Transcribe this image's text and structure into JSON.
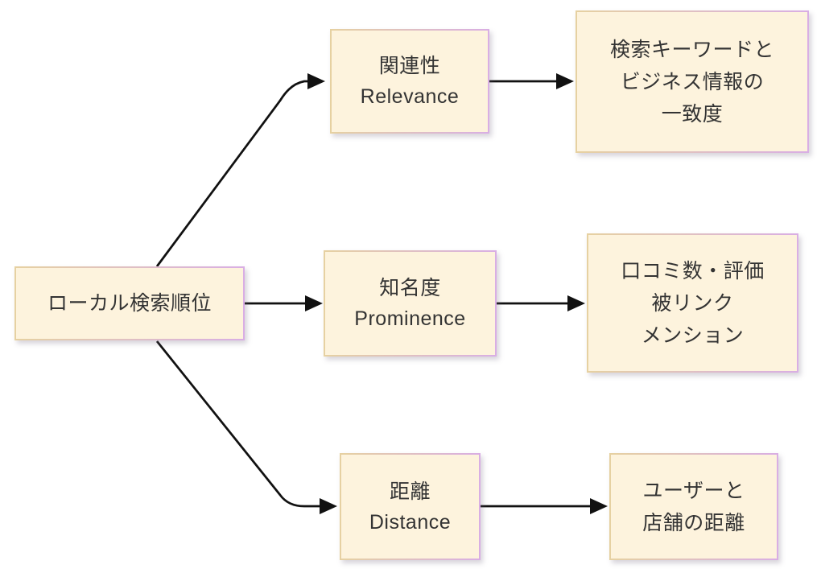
{
  "diagram": {
    "type": "flowchart",
    "root": {
      "label": "ローカル検索順位"
    },
    "factors": [
      {
        "id": "relevance",
        "label_ja": "関連性",
        "label_en": "Relevance",
        "detail_lines": [
          "検索キーワードと",
          "ビジネス情報の",
          "一致度"
        ]
      },
      {
        "id": "prominence",
        "label_ja": "知名度",
        "label_en": "Prominence",
        "detail_lines": [
          "口コミ数・評価",
          "被リンク",
          "メンション"
        ]
      },
      {
        "id": "distance",
        "label_ja": "距離",
        "label_en": "Distance",
        "detail_lines": [
          "ユーザーと",
          "店舗の距離"
        ]
      }
    ],
    "colors": {
      "background": "#ffffff",
      "box_fill": "#fdf3dd",
      "border_left": "#e6d1a1",
      "border_right": "#d9aee4",
      "text": "#333333",
      "arrow": "#111111"
    }
  }
}
